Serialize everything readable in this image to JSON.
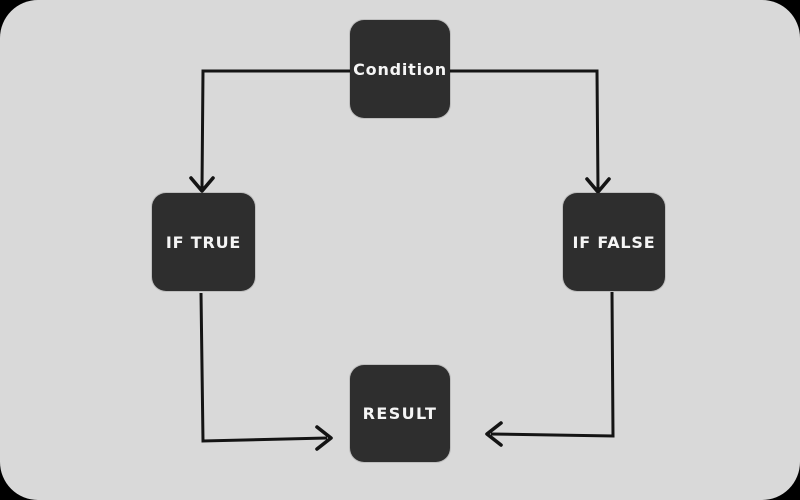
{
  "diagram": {
    "title": "condition-branch-flowchart",
    "nodes": [
      {
        "id": "condition",
        "label": "Condition"
      },
      {
        "id": "if-true",
        "label": "IF TRUE"
      },
      {
        "id": "if-false",
        "label": "IF FALSE"
      },
      {
        "id": "result",
        "label": "RESULT"
      }
    ],
    "edges": [
      {
        "from": "condition",
        "to": "if-true"
      },
      {
        "from": "condition",
        "to": "if-false"
      },
      {
        "from": "if-true",
        "to": "result"
      },
      {
        "from": "if-false",
        "to": "result"
      }
    ]
  },
  "colors": {
    "canvas_bg": "#d9d9d9",
    "outer_bg": "#000000",
    "node_fill": "#2e2e2e",
    "node_text": "#f5f5f5",
    "line_color": "#141414"
  }
}
